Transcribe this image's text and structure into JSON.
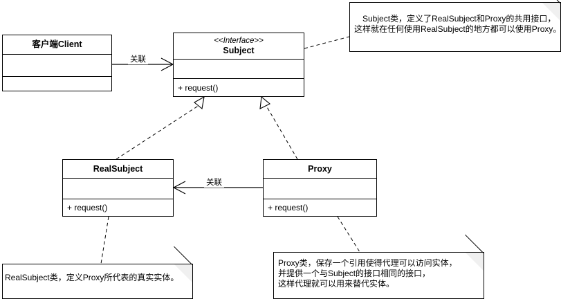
{
  "diagram": {
    "title": "Proxy Pattern UML Class Diagram",
    "stroke_color": "#000000",
    "background_color": "#ffffff",
    "note_fold_color": "#f0f0f0"
  },
  "classes": {
    "client": {
      "name": "客户端Client",
      "stereotype": "",
      "attributes": "",
      "operations": ""
    },
    "subject": {
      "stereotype": "<<Interface>>",
      "name": "Subject",
      "attributes": "",
      "operations": "+ request()"
    },
    "realsubject": {
      "name": "RealSubject",
      "stereotype": "",
      "attributes": "",
      "operations": "+ request()"
    },
    "proxy": {
      "name": "Proxy",
      "stereotype": "",
      "attributes": "",
      "operations": "+ request()"
    }
  },
  "edges": {
    "client_to_subject": {
      "label": "关联",
      "kind": "association",
      "arrow": "open"
    },
    "proxy_to_realsubject": {
      "label": "关联",
      "kind": "association",
      "arrow": "open"
    },
    "realsubject_to_subject": {
      "label": "",
      "kind": "realization",
      "arrow": "hollow-triangle"
    },
    "proxy_to_subject": {
      "label": "",
      "kind": "realization",
      "arrow": "hollow-triangle"
    }
  },
  "notes": {
    "subject_note": {
      "lines": [
        "　Subject类，定义了RealSubject和Proxy的共用接口，",
        "这样就在任何使用RealSubject的地方都可以使用Proxy。"
      ],
      "line1": "　Subject类，定义了RealSubject和Proxy的共用接口，",
      "line2": "这样就在任何使用RealSubject的地方都可以使用Proxy。"
    },
    "realsubject_note": {
      "lines": [
        "RealSubject类，定义Proxy所代表的真实实体。"
      ],
      "line1": "RealSubject类，定义Proxy所代表的真实实体。"
    },
    "proxy_note": {
      "lines": [
        "Proxy类，保存一个引用使得代理可以访问实体，",
        "并提供一个与Subject的接口相同的接口，",
        "这样代理就可以用来替代实体。"
      ],
      "line1": "Proxy类，保存一个引用使得代理可以访问实体，",
      "line2": "并提供一个与Subject的接口相同的接口，",
      "line3": "这样代理就可以用来替代实体。"
    }
  }
}
